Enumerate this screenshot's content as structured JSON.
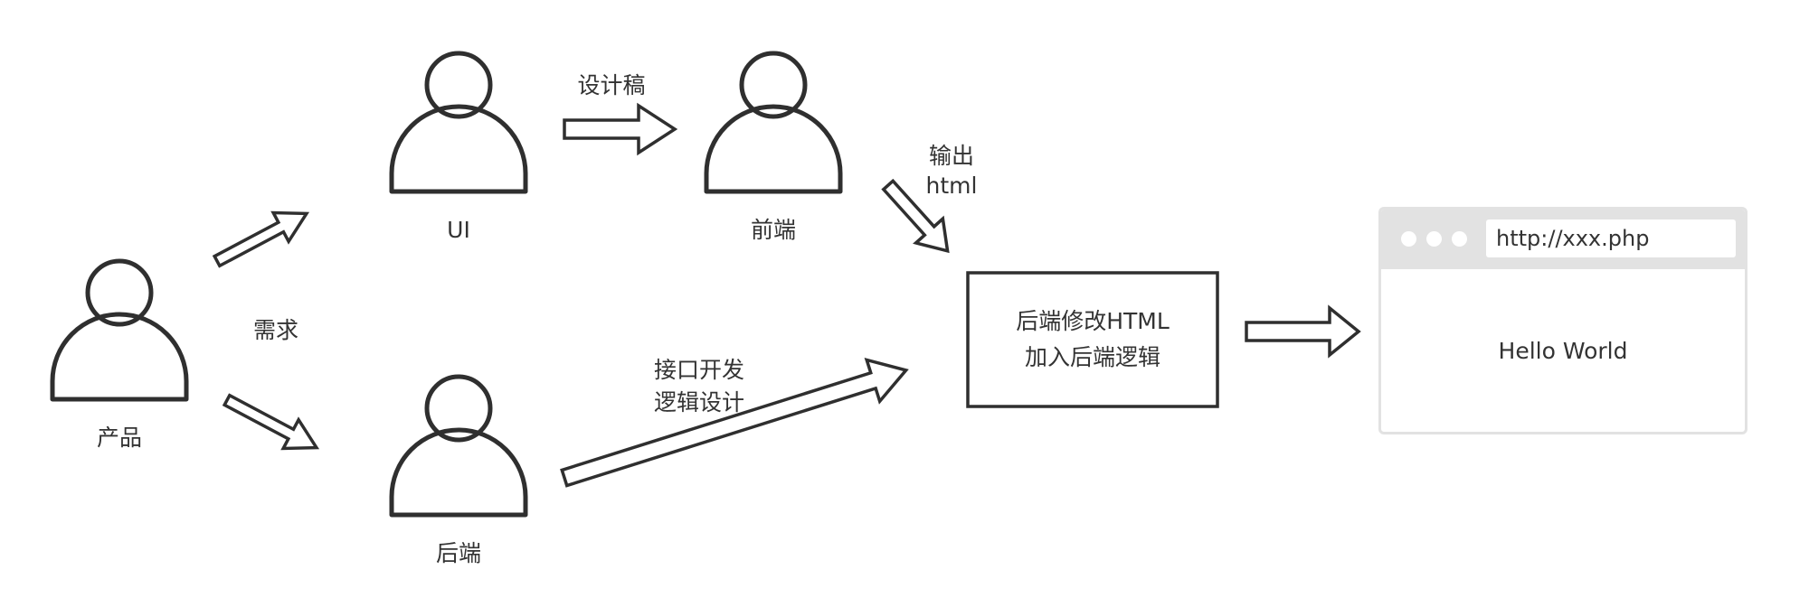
{
  "nodes": {
    "product": {
      "label": "产品"
    },
    "ui": {
      "label": "UI"
    },
    "frontend": {
      "label": "前端"
    },
    "backend": {
      "label": "后端"
    }
  },
  "edges": {
    "requirement": {
      "label": "需求"
    },
    "design": {
      "label": "设计稿"
    },
    "output_html": {
      "line1": "输出",
      "line2": "html"
    },
    "api_dev": {
      "line1": "接口开发",
      "line2": "逻辑设计"
    }
  },
  "process_box": {
    "line1": "后端修改HTML",
    "line2": "加入后端逻辑"
  },
  "browser": {
    "url": "http://xxx.php",
    "content": "Hello World"
  },
  "colors": {
    "stroke": "#2f2f2f",
    "text": "#333333",
    "browser_chrome": "#e2e2e2"
  }
}
